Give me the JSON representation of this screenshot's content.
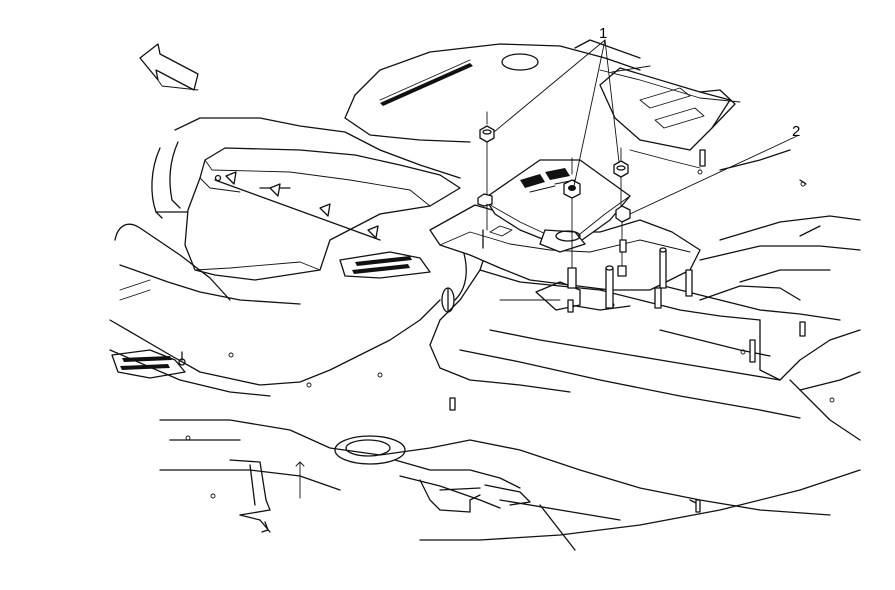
{
  "figure": {
    "callouts": [
      {
        "id": "1",
        "text": "1"
      },
      {
        "id": "2",
        "text": "2"
      }
    ],
    "direction_arrow_icon": "forward-direction-arrow"
  }
}
